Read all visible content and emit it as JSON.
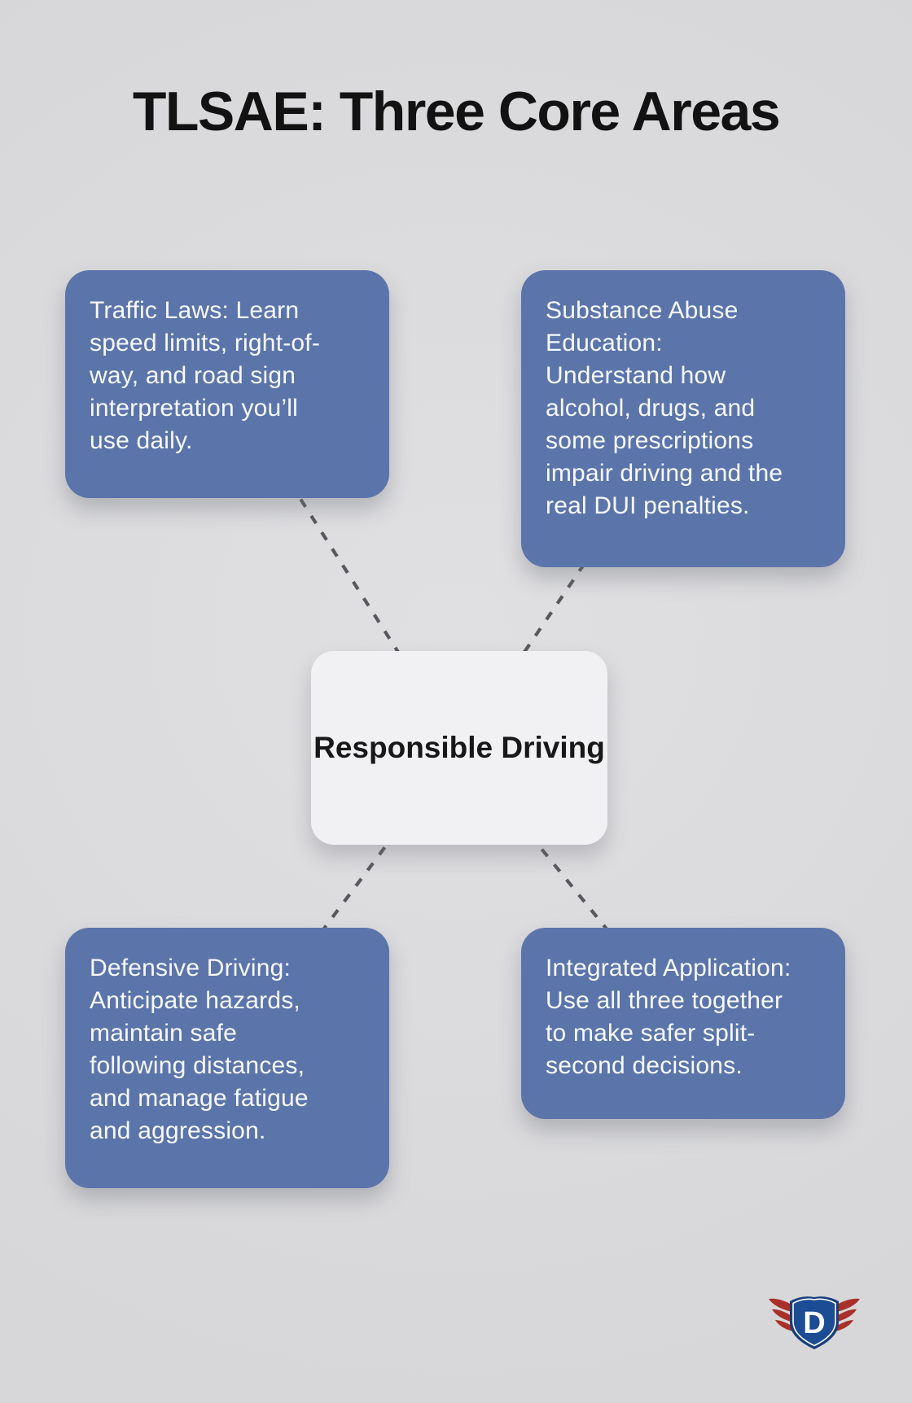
{
  "title": "TLSAE: Three Core Areas",
  "center": {
    "label": "Responsible Driving"
  },
  "nodes": [
    {
      "id": "traffic-laws",
      "text": "Traffic Laws: Learn speed limits, right-of-way, and road sign interpretation you’ll use daily.",
      "lines": [
        "Traffic Laws: Learn",
        "speed limits, right-of-",
        "way, and road sign",
        "interpretation you’ll",
        "use daily."
      ]
    },
    {
      "id": "substance-abuse-education",
      "text": "Substance Abuse Education: Understand how alcohol, drugs, and some prescriptions impair driving and the real DUI penalties.",
      "lines": [
        "Substance Abuse",
        "Education:",
        "Understand how",
        "alcohol, drugs, and",
        "some prescriptions",
        "impair driving and the",
        "real DUI penalties."
      ]
    },
    {
      "id": "defensive-driving",
      "text": "Defensive Driving: Anticipate hazards, maintain safe following distances, and manage fatigue and aggression.",
      "lines": [
        "Defensive Driving:",
        "Anticipate hazards,",
        "maintain safe",
        "following distances,",
        "and manage fatigue",
        "and aggression."
      ]
    },
    {
      "id": "integrated-application",
      "text": "Integrated Application: Use all three together to make safer split-second decisions.",
      "lines": [
        "Integrated Application:",
        "Use all three together",
        "to make safer split-",
        "second decisions."
      ]
    }
  ],
  "logo": {
    "letter": "D"
  },
  "colors": {
    "background": "#d9d9db",
    "node_fill": "#5b75ab",
    "node_text": "#f7f9fc",
    "center_fill": "#f1f1f4",
    "title_text": "#121212",
    "dash_color": "#58595c",
    "logo_shield_blue": "#1b4c94",
    "logo_shield_dark": "#163e7c",
    "logo_wing_red": "#a93028",
    "logo_letter_white": "#ffffff"
  }
}
